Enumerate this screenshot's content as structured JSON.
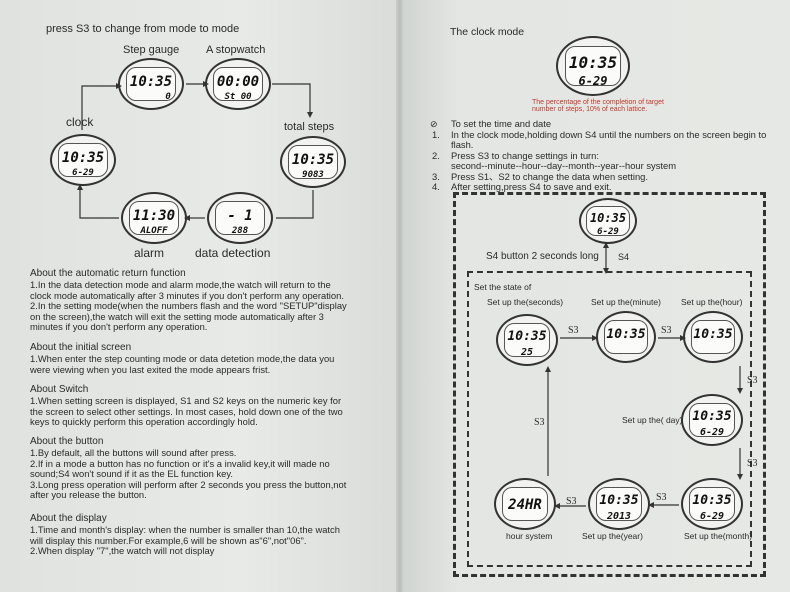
{
  "left": {
    "heading": "press S3 to change from mode to mode",
    "modes": {
      "step_gauge": "Step gauge",
      "stopwatch": "A stopwatch",
      "total_steps": "total steps",
      "clock": "clock",
      "alarm": "alarm",
      "data_detection": "data detection"
    },
    "displays": {
      "step_gauge": {
        "l1": "10:35",
        "l2": "0"
      },
      "stopwatch": {
        "l1": "00:00",
        "l2": "St  00"
      },
      "total_steps": {
        "l1": "10:35",
        "l2": "9083"
      },
      "clock": {
        "l1": "10:35",
        "l2": "6-29"
      },
      "alarm": {
        "l1": "11:30",
        "l2": "ALOFF"
      },
      "data_detection": {
        "l1": "-  1",
        "l2": "288"
      }
    },
    "sections": [
      {
        "title": "About the automatic return function",
        "lines": [
          "1.In the data detection mode and alarm mode,the watch will return to the",
          "clock mode automatically after 3 minutes if you don't perform any operation.",
          "2.In the setting mode(when the numbers flash and the word \"SETUP\"display",
          "on the screen),the watch will exit the setting mode automatically after 3",
          "minutes if you don't perform any operation."
        ]
      },
      {
        "title": "About the initial screen",
        "lines": [
          "1.When enter the step counting mode or data detetion mode,the data you",
          "were viewing when you last exited the mode appears frist."
        ]
      },
      {
        "title": "About Switch",
        "lines": [
          "1.When setting screen is displayed, S1 and S2 keys on the numeric key for",
          "the screen to select other settings. In most cases, hold down one of the two",
          "keys to quickly perform this operation accordingly hold."
        ]
      },
      {
        "title": "About the button",
        "lines": [
          "1.By default,  all the buttons will sound after press.",
          "2.If in a mode a button has no function or it's a invalid key,it will made no",
          "sound;S4 won't sound if it as the EL function key.",
          "3.Long press operation will perform after 2 seconds you press the button,not",
          "after you release the button."
        ]
      },
      {
        "title": "About the display",
        "lines": [
          "1.Time and month's display: when the number is smaller than 10,the watch",
          "will display this number.For example,6 will be shown as\"6\",not\"06\".",
          "2.When display \"7\",the watch will not display"
        ]
      }
    ]
  },
  "right": {
    "clock_mode_title": "The clock mode",
    "clock_display": {
      "l1": "10:35",
      "l2": "6-29"
    },
    "note": [
      "The percentage of the completion of target",
      "number of steps, 10% of each lattice."
    ],
    "instructions": [
      {
        "num": "",
        "text": "To set the time and date"
      },
      {
        "num": "1.",
        "text": "In the clock mode,holding down S4 until the numbers on the screen begin to"
      },
      {
        "num": "",
        "text": "flash."
      },
      {
        "num": "2.",
        "text": "Press S3 to change settings in turn:"
      },
      {
        "num": "",
        "text": "second--minute--hour--day--month--year--hour system"
      },
      {
        "num": "3.",
        "text": "Press S1、S2 to change the data when setting."
      },
      {
        "num": "4.",
        "text": "After setting,press S4 to save and exit."
      }
    ],
    "s4_label": "S4 button 2 seconds long",
    "s4_short": "S4",
    "set_state": "Set the state of",
    "s3": "S3",
    "steps": {
      "seconds": {
        "label": "Set up the(seconds)",
        "l1": "10:35",
        "l2": "25"
      },
      "minute": {
        "label": "Set up the(minute)",
        "l1": "10:35",
        "l2": ""
      },
      "hour": {
        "label": "Set up the(hour)",
        "l1": "10:35",
        "l2": ""
      },
      "day": {
        "label": "Set up the( day)",
        "l1": "10:35",
        "l2": "6-29"
      },
      "month": {
        "label": "Set up the(month)",
        "l1": "10:35",
        "l2": "6-29"
      },
      "year": {
        "label": "Set up the(year)",
        "l1": "10:35",
        "l2": "2013"
      },
      "hour_system": {
        "label": "hour system",
        "l1": "24HR",
        "l2": ""
      }
    },
    "top_display": {
      "l1": "10:35",
      "l2": "6-29"
    }
  }
}
